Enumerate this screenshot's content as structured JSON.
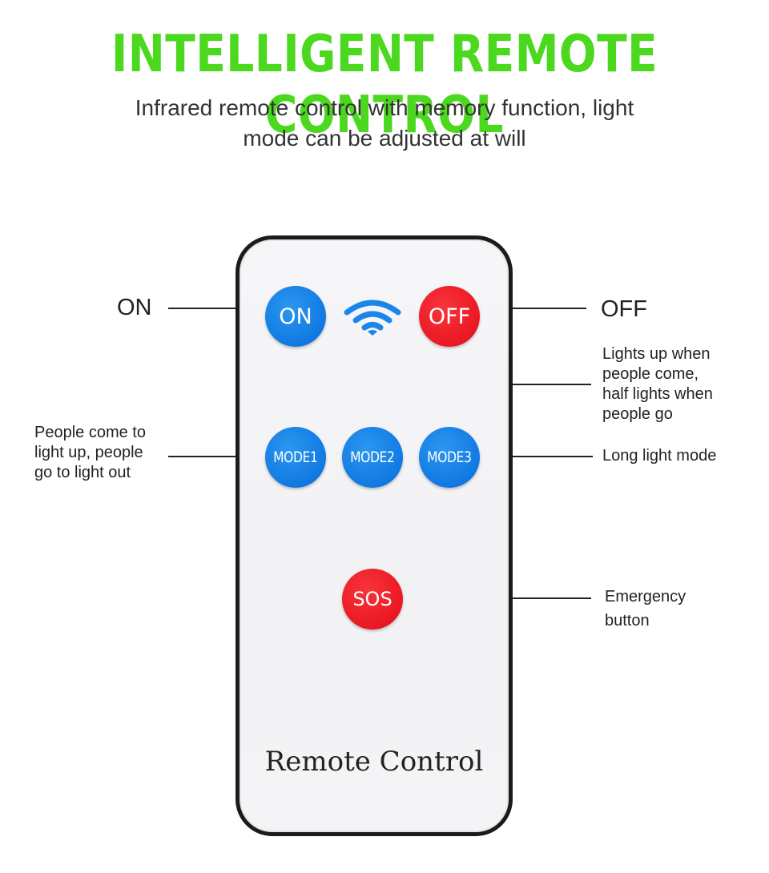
{
  "header": {
    "title": "INTELLIGENT REMOTE CONTROL",
    "subtitle_line1": "Infrared remote control with memory function, light",
    "subtitle_line2": "mode can be adjusted at will"
  },
  "remote": {
    "label": "Remote Control",
    "buttons": {
      "on": "ON",
      "off": "OFF",
      "mode1": "MODE1",
      "mode2": "MODE2",
      "mode3": "MODE3",
      "sos": "SOS"
    },
    "icons": {
      "signal": "wifi-signal-icon"
    }
  },
  "callouts": {
    "on": "ON",
    "off": "OFF",
    "mode1": [
      "People come to",
      "light up, people",
      "go to light out"
    ],
    "mode2": [
      "Lights up when",
      "people come,",
      "half lights when",
      "people go"
    ],
    "mode3": "Long light mode",
    "sos": [
      "Emergency",
      "button"
    ]
  },
  "colors": {
    "title_green": "#4bd81e",
    "button_blue": "#1179e2",
    "button_red": "#ea1822",
    "remote_body": "#f4f4f6",
    "remote_border": "#1b1b1b"
  }
}
